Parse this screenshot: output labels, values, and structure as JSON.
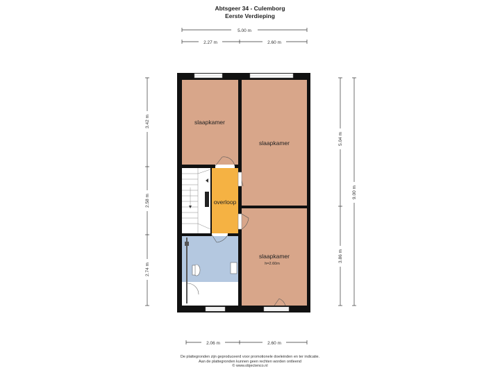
{
  "header": {
    "address": "Abtsgeer 34 - Culemborg",
    "floor": "Eerste Verdieping"
  },
  "dimensions": {
    "top_total": "5.00 m",
    "top_left": "2.27 m",
    "top_right": "2.60 m",
    "left_top": "3.42 m",
    "left_mid": "2.58 m",
    "left_bottom": "2.74 m",
    "right_top": "5.04 m",
    "right_bottom": "3.86 m",
    "right_total": "9.00 m",
    "bottom_left": "2.06 m",
    "bottom_right": "2.60 m"
  },
  "rooms": {
    "bedroom_1": "slaapkamer",
    "bedroom_2": "slaapkamer",
    "landing": "overloop",
    "bedroom_3": "slaapkamer",
    "bedroom_3_height": "h=2.60m"
  },
  "colors": {
    "bedroom": "#d8a68a",
    "landing": "#f5b243",
    "bathroom": "#b4c8e0",
    "wall": "#111111"
  },
  "footer": {
    "line1": "De plattegronden zijn geproduceerd voor promotionele doeleinden en ter indicatie.",
    "line2": "Aan de plattegronden kunnen geen rechten worden ontleend",
    "line3": "© www.objectenco.nl"
  }
}
